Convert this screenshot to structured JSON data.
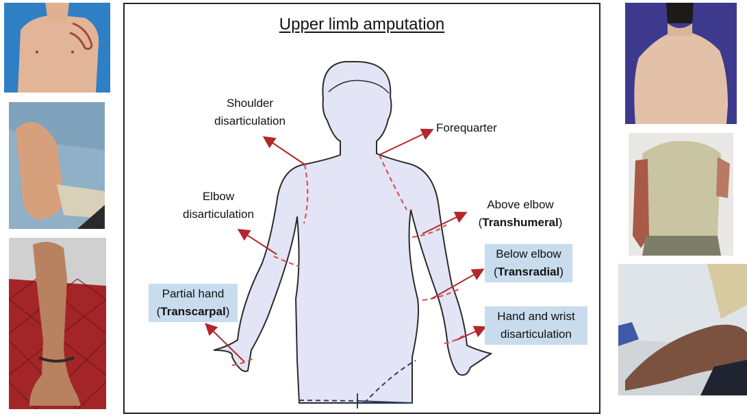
{
  "title": "Upper limb amputation",
  "labels": {
    "shoulder": {
      "line1": "Shoulder",
      "line2": "disarticulation"
    },
    "forequarter": {
      "line1": "Forequarter"
    },
    "elbow": {
      "line1": "Elbow",
      "line2": "disarticulation"
    },
    "above_elbow": {
      "line1": "Above elbow",
      "open": "(",
      "term": "Transhumeral",
      "close": ")"
    },
    "below_elbow": {
      "line1": "Below elbow",
      "open": "(",
      "term": "Transradial",
      "close": ")"
    },
    "partial_hand": {
      "line1": "Partial hand",
      "open": "(",
      "term": "Transcarpal",
      "close": ")"
    },
    "hand_wrist": {
      "line1": "Hand and wrist",
      "line2": "disarticulation"
    }
  },
  "colors": {
    "body_fill": "#e3e4f6",
    "cut_line": "#d9534f",
    "arrow": "#b3262b",
    "label_box": "#c8dcee"
  }
}
